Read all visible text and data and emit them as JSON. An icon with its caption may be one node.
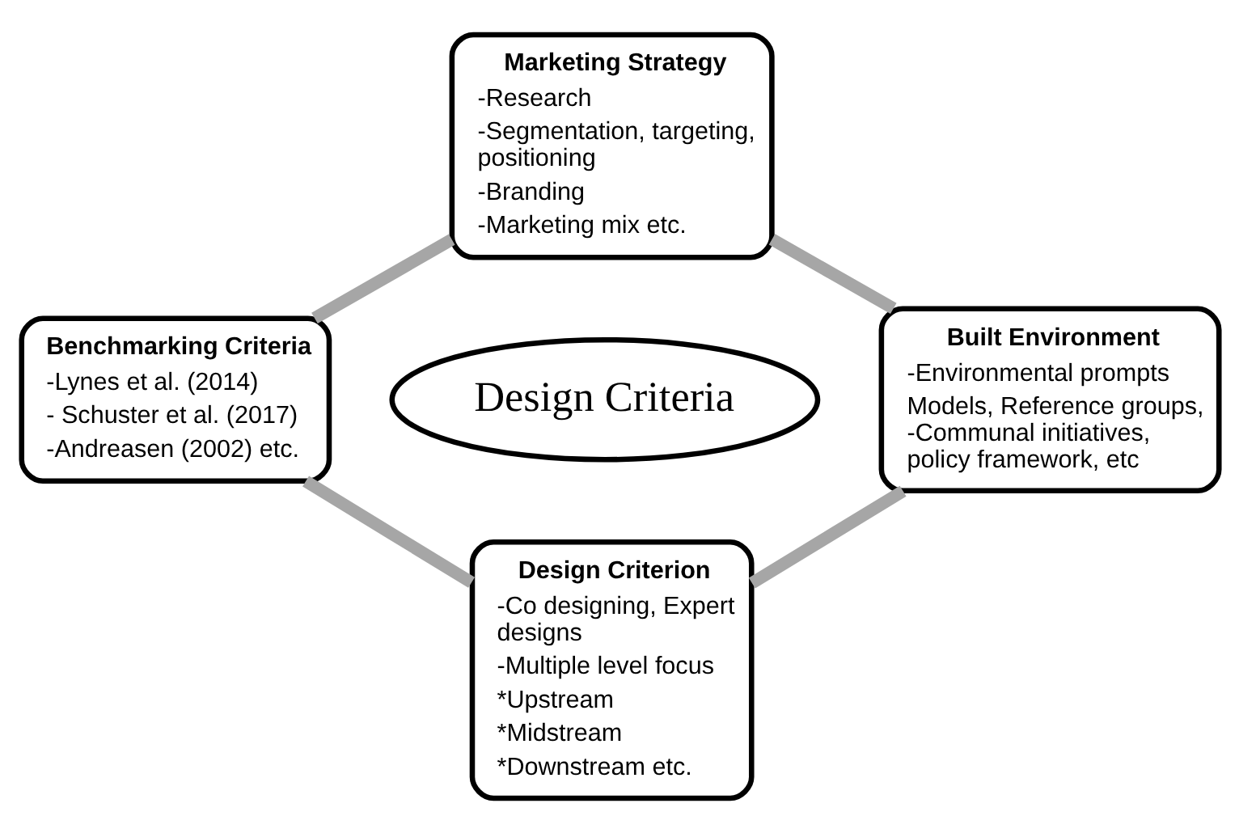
{
  "diagram": {
    "nodes": [
      {
        "text": [
          "Marketing Strategy",
          "-Research",
          "-Segmentation, targeting, positioning",
          "-Branding",
          "-Marketing mix etc."
        ]
      },
      {
        "text": [
          "Benchmarking Criteria",
          "-Lynes et al. (2014)",
          "- Schuster et al. (2017)",
          "-Andreasen (2002) etc."
        ]
      },
      {
        "text": [
          "Design Criteria"
        ]
      },
      {
        "text": [
          "Built Environment",
          "-Environmental prompts",
          "Models, Reference groups, -Communal initiatives, policy framework, etc"
        ]
      },
      {
        "text": [
          "Design Criterion",
          "-Co designing, Expert designs",
          "-Multiple level focus",
          "*Upstream",
          "*Midstream",
          "*Downstream etc."
        ]
      }
    ],
    "edges": [
      {
        "from": 0,
        "to": 3,
        "arrow": "none",
        "color": "#a6a6a6"
      },
      {
        "from": 3,
        "to": 4,
        "arrow": "none",
        "color": "#a6a6a6"
      },
      {
        "from": 4,
        "to": 1,
        "arrow": "none",
        "color": "#a6a6a6"
      },
      {
        "from": 1,
        "to": 0,
        "arrow": "none",
        "color": "#a6a6a6"
      }
    ]
  }
}
